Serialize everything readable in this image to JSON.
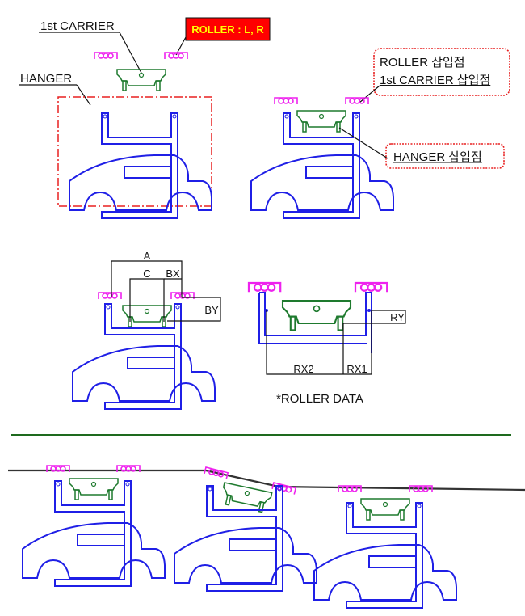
{
  "labels": {
    "first_carrier": "1st CARRIER",
    "hanger": "HANGER",
    "roller_badge": "ROLLER : L, R",
    "roller_insert_point": "ROLLER 삽입점",
    "carrier_insert_point": "1st CARRIER 삽입점",
    "hanger_insert_point": "HANGER 삽입점",
    "dim_a": "A",
    "dim_c": "C",
    "dim_bx": "BX",
    "dim_by": "BY",
    "dim_ry": "RY",
    "dim_rx2": "RX2",
    "dim_rx1": "RX1",
    "roller_data_caption": "*ROLLER DATA"
  },
  "colors": {
    "car_hanger": "#1f1fe6",
    "carrier": "#1e7a2e",
    "roller": "#ee22ee",
    "highlight_box": "#e82020",
    "badge_fill": "#ff0000",
    "badge_text": "#ffff00",
    "divider": "#1e6a1e"
  }
}
